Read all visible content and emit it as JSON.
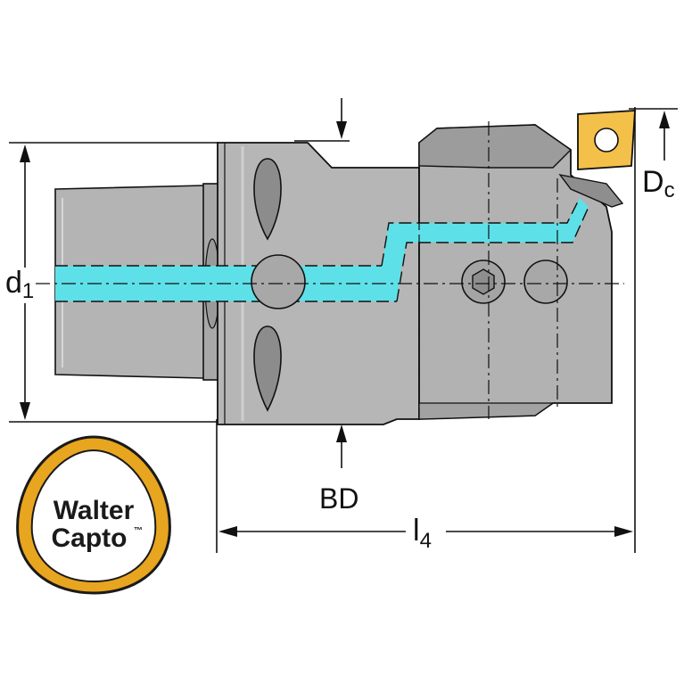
{
  "labels": {
    "d1_main": "d",
    "d1_sub": "1",
    "dc_main": "D",
    "dc_sub": "c",
    "bd": "BD",
    "l4_main": "l",
    "l4_sub": "4"
  },
  "logo": {
    "line1": "Walter",
    "line2": "Capto",
    "trademark": "™"
  },
  "colors": {
    "body": "#b4b4b4",
    "body_dark": "#8e8e8e",
    "coolant": "#5ee0e8",
    "insert": "#f3c04a",
    "logo_ring": "#e8a51f",
    "outline": "#111111"
  }
}
